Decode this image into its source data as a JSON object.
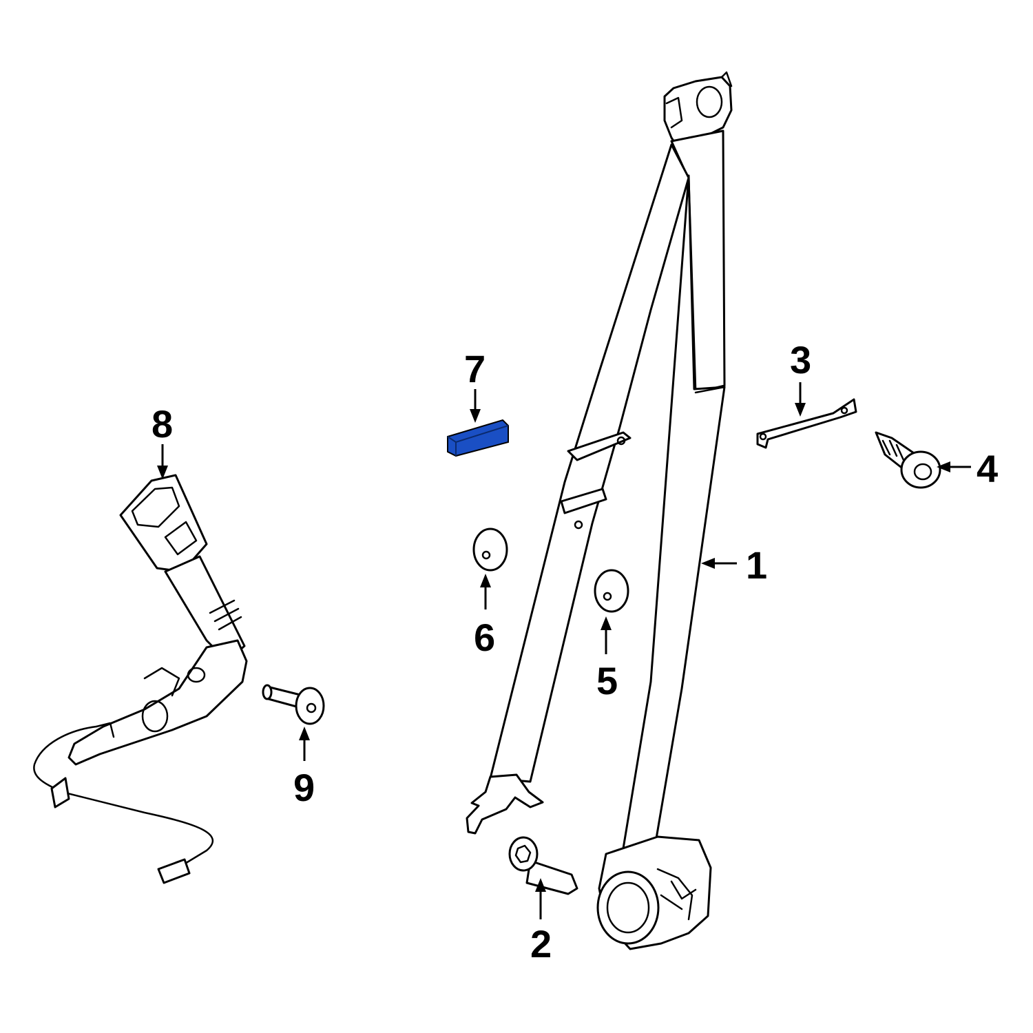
{
  "diagram": {
    "highlight_color": "#1a4fc4",
    "callouts": [
      {
        "id": "1",
        "label": "1",
        "part": "seat-belt-retractor-assembly"
      },
      {
        "id": "2",
        "label": "2",
        "part": "retractor-bolt"
      },
      {
        "id": "3",
        "label": "3",
        "part": "bracket"
      },
      {
        "id": "4",
        "label": "4",
        "part": "screw"
      },
      {
        "id": "5",
        "label": "5",
        "part": "button"
      },
      {
        "id": "6",
        "label": "6",
        "part": "button"
      },
      {
        "id": "7",
        "label": "7",
        "part": "stopper",
        "highlighted": true
      },
      {
        "id": "8",
        "label": "8",
        "part": "buckle-assembly"
      },
      {
        "id": "9",
        "label": "9",
        "part": "buckle-bolt"
      }
    ]
  }
}
